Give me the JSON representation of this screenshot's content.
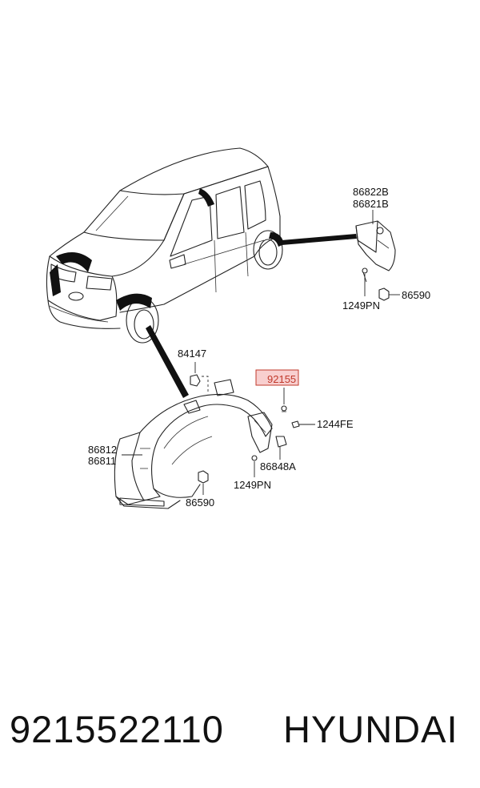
{
  "labels": {
    "rear_bracket_upper": "86822B",
    "rear_bracket_lower": "86821B",
    "rear_screw": "1249PN",
    "rear_nut": "86590",
    "clip_top": "84147",
    "highlighted_part": "92155",
    "bolt_right": "1244FE",
    "guard_upper": "86812",
    "guard_lower": "86811",
    "bracket_side": "86848A",
    "front_screw": "1249PN",
    "front_nut": "86590"
  },
  "footer": {
    "part_number": "9215522110",
    "brand": "HYUNDAI"
  },
  "colors": {
    "highlight_fill": "#f8cfcf",
    "highlight_stroke": "#c0392b"
  }
}
